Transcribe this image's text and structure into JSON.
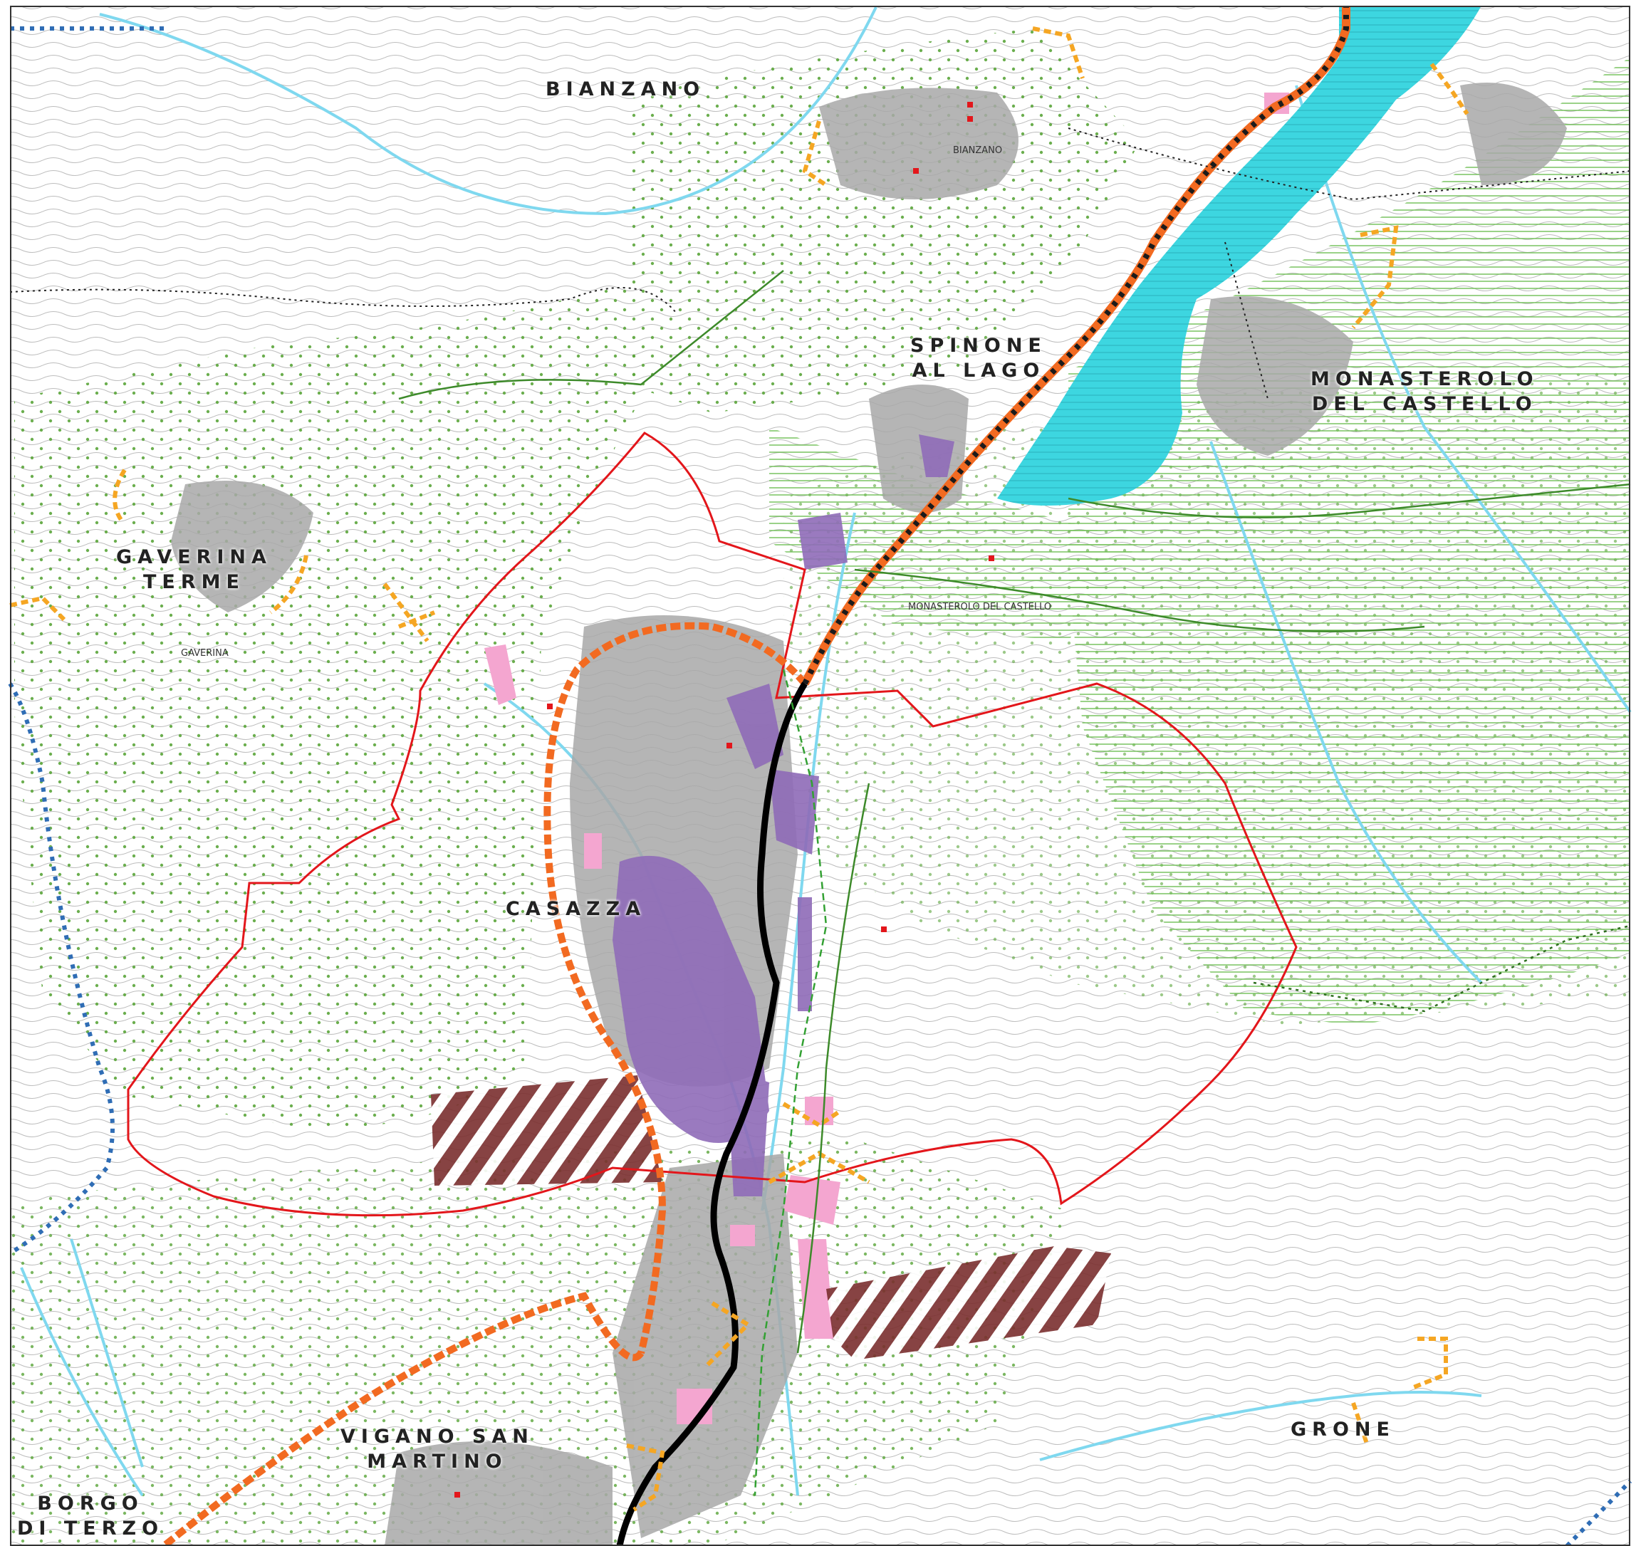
{
  "map": {
    "colors": {
      "municipal_boundary": "#e3161b",
      "regional_corridor": "#f26a21",
      "lake_corridor_dots": "#1b1b1b",
      "state_road": "#000000",
      "local_corridor": "#f5a623",
      "province_boundary": "#2f6db5",
      "lake_fill": "#3dd6e0",
      "river": "#7fd8ef",
      "urban_area": "#a8a8a8",
      "productive_area": "#8f6bb8",
      "service_area": "#f4a6d0",
      "hatched_zone": "#7a2e2e",
      "green_network": "#3d8a2a",
      "green_hatch": "#7ec46a"
    },
    "town_labels": [
      {
        "id": "bianzano",
        "lines": [
          "BIANZANO"
        ]
      },
      {
        "id": "spinone",
        "lines": [
          "SPINONE",
          "AL LAGO"
        ]
      },
      {
        "id": "monasterolo",
        "lines": [
          "MONASTEROLO",
          "DEL CASTELLO"
        ]
      },
      {
        "id": "gaverina",
        "lines": [
          "GAVERINA",
          "TERME"
        ]
      },
      {
        "id": "casazza",
        "lines": [
          "CASAZZA"
        ]
      },
      {
        "id": "vigano",
        "lines": [
          "VIGANO SAN",
          "MARTINO"
        ]
      },
      {
        "id": "borgo",
        "lines": [
          "BORGO",
          "DI TERZO"
        ]
      },
      {
        "id": "grone",
        "lines": [
          "GRONE"
        ]
      }
    ],
    "small_labels": {
      "bianzano": "BIANZANO",
      "monasterolo": "MONASTEROLO DEL CASTELLO",
      "gaverina": "GAVERINA"
    }
  }
}
